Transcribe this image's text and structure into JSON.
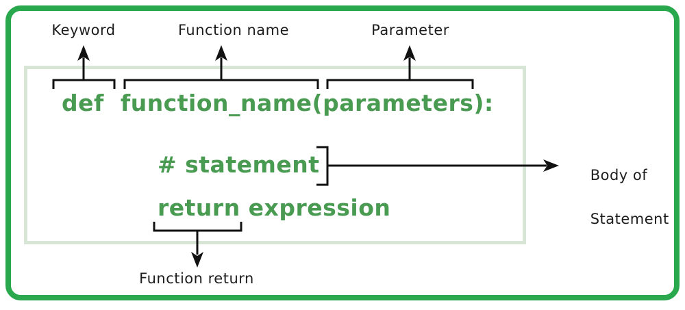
{
  "diagram": {
    "title_meaning": "Python function definition syntax",
    "code": {
      "def_line": "def  function_name(parameters):",
      "statement_line": "# statement",
      "return_line": "return expression"
    },
    "labels": {
      "keyword": "Keyword",
      "function_name": "Function name",
      "parameter": "Parameter",
      "body_line1": "Body of",
      "body_line2": "Statement",
      "function_return": "Function return"
    },
    "colors": {
      "outer_border": "#2aa84e",
      "inner_box_border": "#d6e5d6",
      "code_text": "#4a9b52",
      "annotation_text": "#1d1d1d",
      "connector_lines": "#111111",
      "background": "#ffffff"
    }
  }
}
